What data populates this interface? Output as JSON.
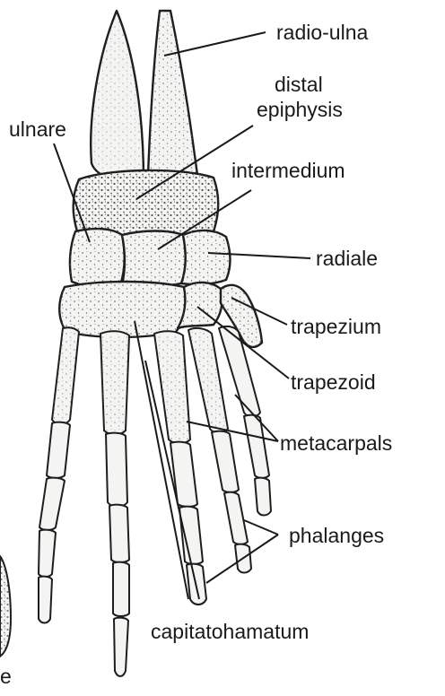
{
  "labels": {
    "radio_ulna": "radio-ulna",
    "distal": "distal",
    "epiphysis": "epiphysis",
    "ulnare": "ulnare",
    "intermedium": "intermedium",
    "radiale": "radiale",
    "trapezium": "trapezium",
    "trapezoid": "trapezoid",
    "metacarpals": "metacarpals",
    "phalanges": "phalanges",
    "capitatohamatum": "capitatohamatum",
    "edge_fragment": "e"
  },
  "colors": {
    "ink": "#1e1e1e",
    "bone_fill": "#f4f4f2",
    "background": "#ffffff"
  }
}
